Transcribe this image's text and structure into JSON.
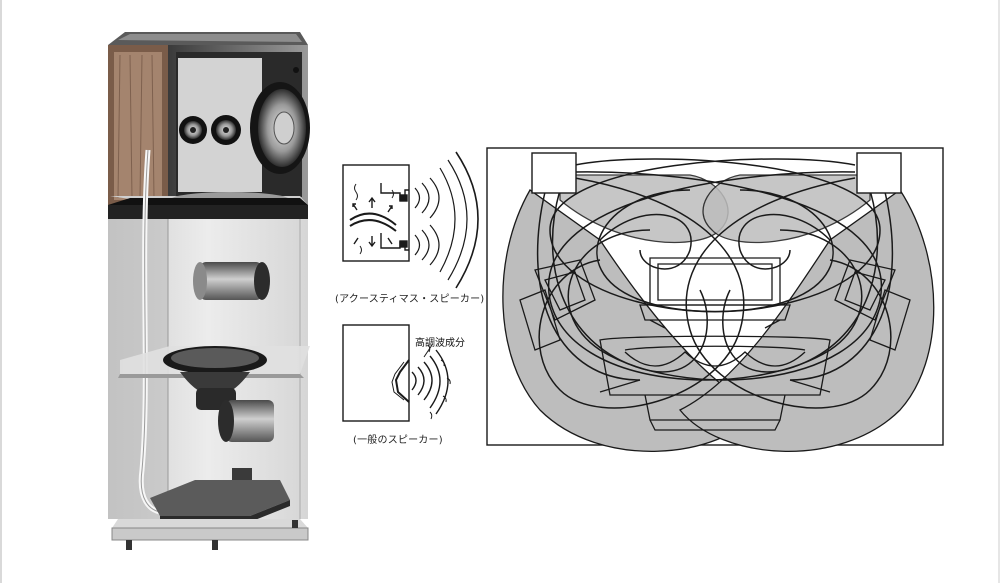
{
  "acoustimass_caption": "(アクースティマス・スピーカー)",
  "conventional_caption": "(一般のスピーカー)",
  "high_freq_label": "高調波成分",
  "colors": {
    "ink": "#1a1a1a",
    "shade": "#bdbdbd",
    "wood": "#8a6a55"
  }
}
